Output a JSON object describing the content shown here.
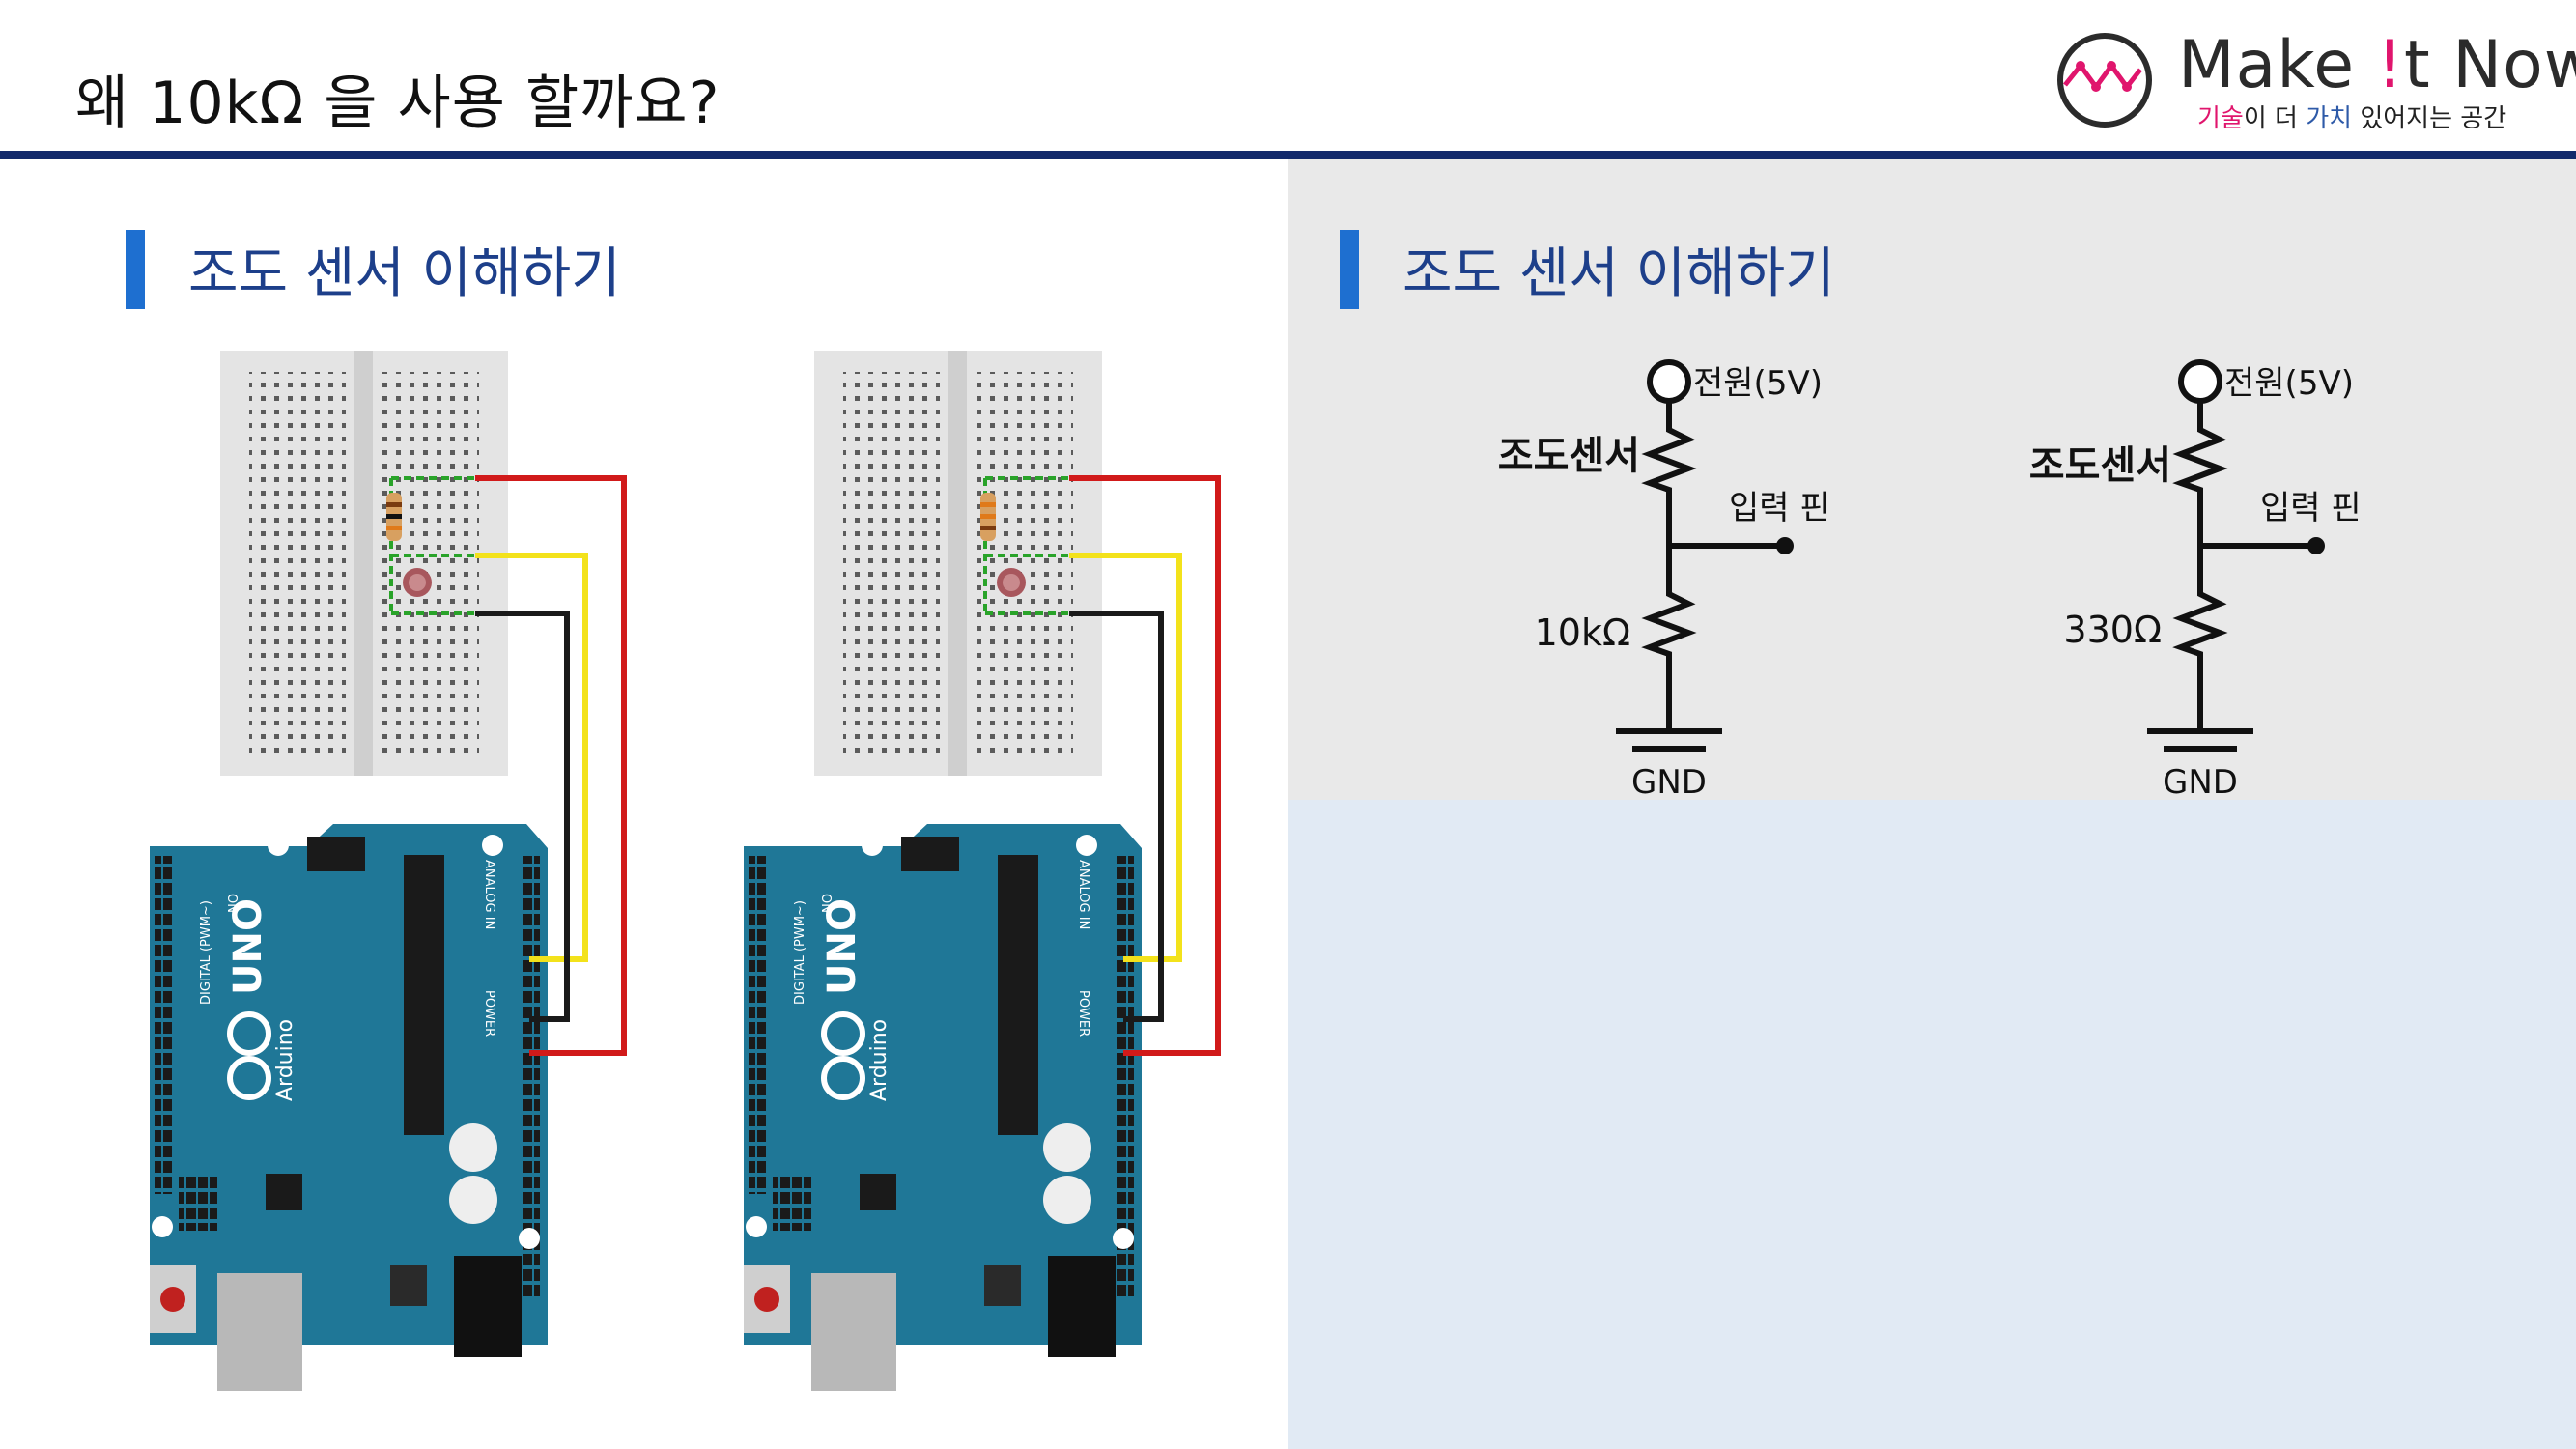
{
  "header": {
    "title": "왜 10kΩ 을 사용 할까요?",
    "brand": {
      "name_part1": "Make ",
      "name_bang": "!",
      "name_part2": "t Now",
      "tag_hl1": "기술",
      "tag_mid1": "이 더 ",
      "tag_hl2": "가치",
      "tag_mid2": " 있어지는 공간"
    },
    "accent_color": "#12296b"
  },
  "left_section": {
    "title": "조도 센서 이해하기"
  },
  "right_section": {
    "title": "조도 센서 이해하기"
  },
  "circuits": [
    {
      "power": "전원(5V)",
      "sensor": "조도센서",
      "input": "입력 핀",
      "resistor": "10kΩ",
      "ground": "GND"
    },
    {
      "power": "전원(5V)",
      "sensor": "조도센서",
      "input": "입력 핀",
      "resistor": "330Ω",
      "ground": "GND"
    }
  ],
  "boards": [
    {
      "logo": "UNO",
      "brand": "Arduino",
      "on": "ON",
      "analog": "ANALOG IN",
      "power": "POWER",
      "digital": "DIGITAL (PWM~)"
    },
    {
      "logo": "UNO",
      "brand": "Arduino",
      "on": "ON",
      "analog": "ANALOG IN",
      "power": "POWER",
      "digital": "DIGITAL (PWM~)"
    }
  ],
  "colors": {
    "wire_power": "#d11a1a",
    "wire_signal": "#f3e21b",
    "wire_ground": "#1a1a1a",
    "board": "#1f7797",
    "section_bar": "#1e6fd0"
  }
}
